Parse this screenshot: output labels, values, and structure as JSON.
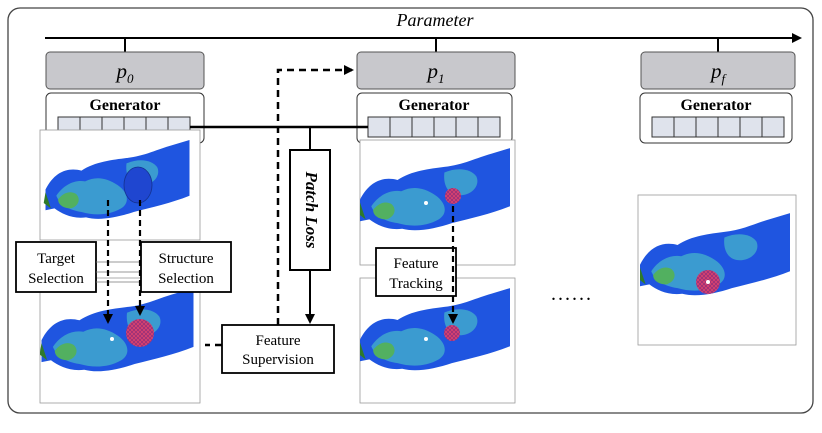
{
  "axis": {
    "label": "Parameter"
  },
  "params": [
    {
      "base": "p",
      "sub": "0"
    },
    {
      "base": "p",
      "sub": "1"
    },
    {
      "base": "p",
      "sub": "f"
    }
  ],
  "generator_label": "Generator",
  "patch_loss": "Patch Loss",
  "target_selection": [
    "Target",
    "Selection"
  ],
  "structure_selection": [
    "Structure",
    "Selection"
  ],
  "feature_tracking": [
    "Feature",
    "Tracking"
  ],
  "feature_supervision": [
    "Feature",
    "Supervision"
  ],
  "ellipsis": "......",
  "colors": {
    "param_box": "#c8c8cc",
    "cell_fill": "#dfe3ec",
    "field_blue": "#1f55e0",
    "field_teal": "#3b9bd0",
    "field_green": "#52b060",
    "highlight": "#e04070"
  }
}
